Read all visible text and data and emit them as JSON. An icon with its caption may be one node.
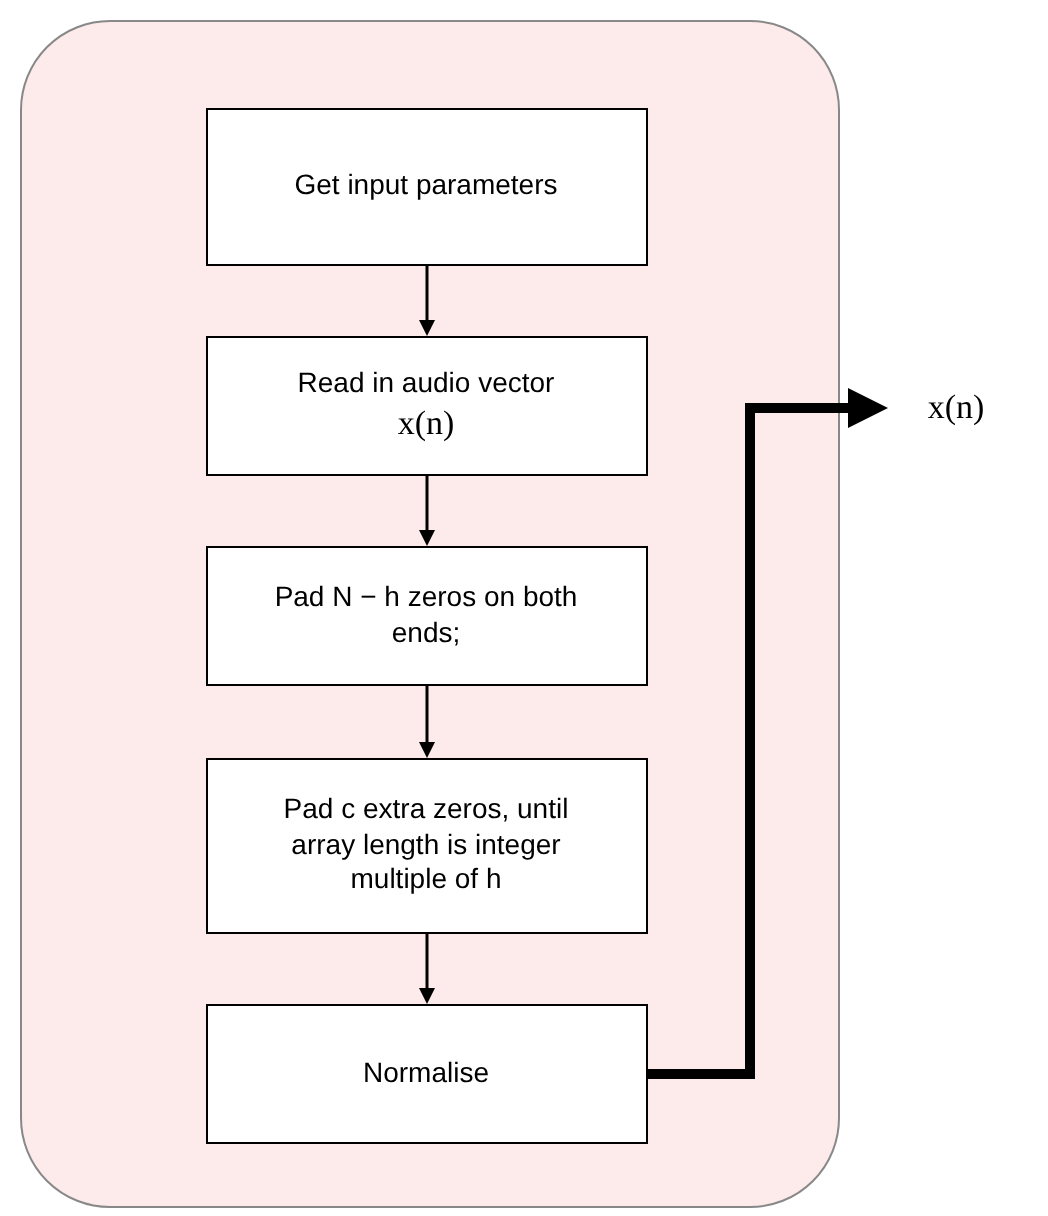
{
  "diagram": {
    "nodes": [
      {
        "text": [],
        "shape": "box"
      },
      {
        "text": [
          "Get input parameters"
        ],
        "in": 0
      },
      {
        "text": [
          "Read in audio vector",
          "x(n)"
        ],
        "in": 0
      },
      {
        "text": [
          "Pad N − h zeros on both ends;"
        ],
        "in": 0
      },
      {
        "text": [
          "Pad c extra zeros, until array length is integer multiple of h"
        ],
        "in": 0
      },
      {
        "text": [
          "Normalise"
        ],
        "in": 0
      },
      {
        "text": [
          "x(n)"
        ]
      }
    ],
    "edges": [
      {
        "from": 1,
        "to": 2,
        "arrow": "to"
      },
      {
        "from": 2,
        "to": 3,
        "arrow": "to"
      },
      {
        "from": 3,
        "to": 4,
        "arrow": "to"
      },
      {
        "from": 4,
        "to": 5,
        "arrow": "to"
      },
      {
        "from": 5,
        "to": 6,
        "arrow": "to",
        "style": "thick"
      }
    ]
  }
}
